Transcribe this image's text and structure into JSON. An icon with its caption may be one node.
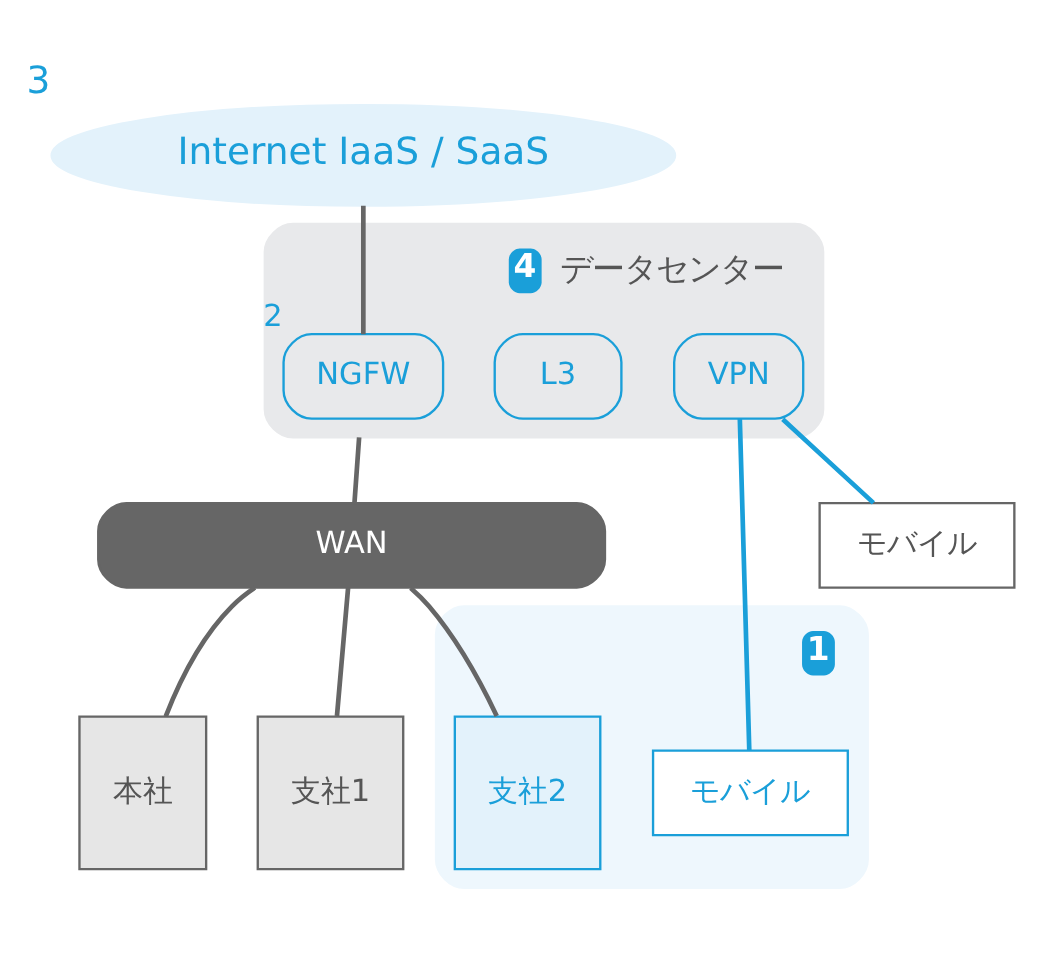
{
  "diagram": {
    "nodes": [
      {
        "text": [
          "Internet IaaS / SaaS"
        ],
        "beside": [
          "3"
        ]
      },
      {
        "text": [
          "データセンター"
        ],
        "beside": [
          "4"
        ]
      },
      {
        "text": [
          "NGFW"
        ],
        "in": 1,
        "beside": [
          "2"
        ]
      },
      {
        "text": [
          "L3"
        ],
        "in": 1
      },
      {
        "text": [
          "VPN"
        ],
        "in": 1
      },
      {
        "text": [
          "WAN"
        ]
      },
      {
        "text": [
          "本社"
        ]
      },
      {
        "text": [
          "支社1"
        ]
      },
      {
        "text": [],
        "shape": "box",
        "beside": [
          "1"
        ]
      },
      {
        "text": [
          "支社2"
        ],
        "in": 8
      },
      {
        "text": [
          "モバイル"
        ],
        "in": 8
      },
      {
        "text": [
          "モバイル"
        ]
      }
    ],
    "edges": [
      {
        "from": 0,
        "to": 2,
        "arrow": "none"
      },
      {
        "from": 1,
        "to": 5,
        "arrow": "none"
      },
      {
        "from": 5,
        "to": 6,
        "arrow": "none"
      },
      {
        "from": 5,
        "to": 7,
        "arrow": "none"
      },
      {
        "from": 5,
        "to": 9,
        "arrow": "none"
      },
      {
        "from": 4,
        "to": 10,
        "arrow": "none",
        "color": "#1a9fd9"
      },
      {
        "from": 4,
        "to": 11,
        "arrow": "none",
        "color": "#1a9fd9"
      }
    ]
  }
}
